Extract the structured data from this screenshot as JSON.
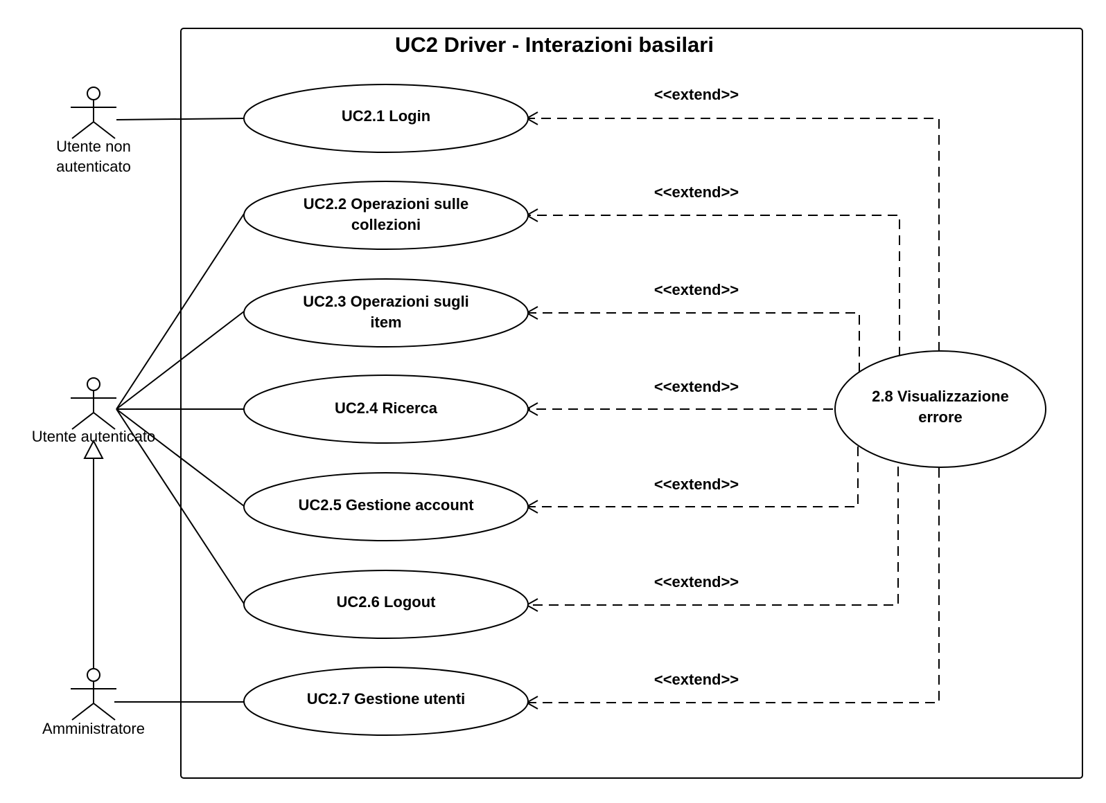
{
  "diagram": {
    "title": "UC2 Driver - Interazioni basilari",
    "actors": {
      "non_auth": {
        "line1": "Utente non",
        "line2": "autenticato"
      },
      "auth": {
        "label": "Utente autenticato"
      },
      "admin": {
        "label": "Amministratore"
      }
    },
    "use_cases": {
      "uc21": {
        "line1": "UC2.1 Login"
      },
      "uc22": {
        "line1": "UC2.2 Operazioni sulle",
        "line2": "collezioni"
      },
      "uc23": {
        "line1": "UC2.3 Operazioni sugli",
        "line2": "item"
      },
      "uc24": {
        "line1": "UC2.4 Ricerca"
      },
      "uc25": {
        "line1": "UC2.5 Gestione account"
      },
      "uc26": {
        "line1": "UC2.6 Logout"
      },
      "uc27": {
        "line1": "UC2.7 Gestione utenti"
      },
      "uc28": {
        "line1": "2.8 Visualizzazione",
        "line2": "errore"
      }
    },
    "extend_label": "<<extend>>"
  }
}
